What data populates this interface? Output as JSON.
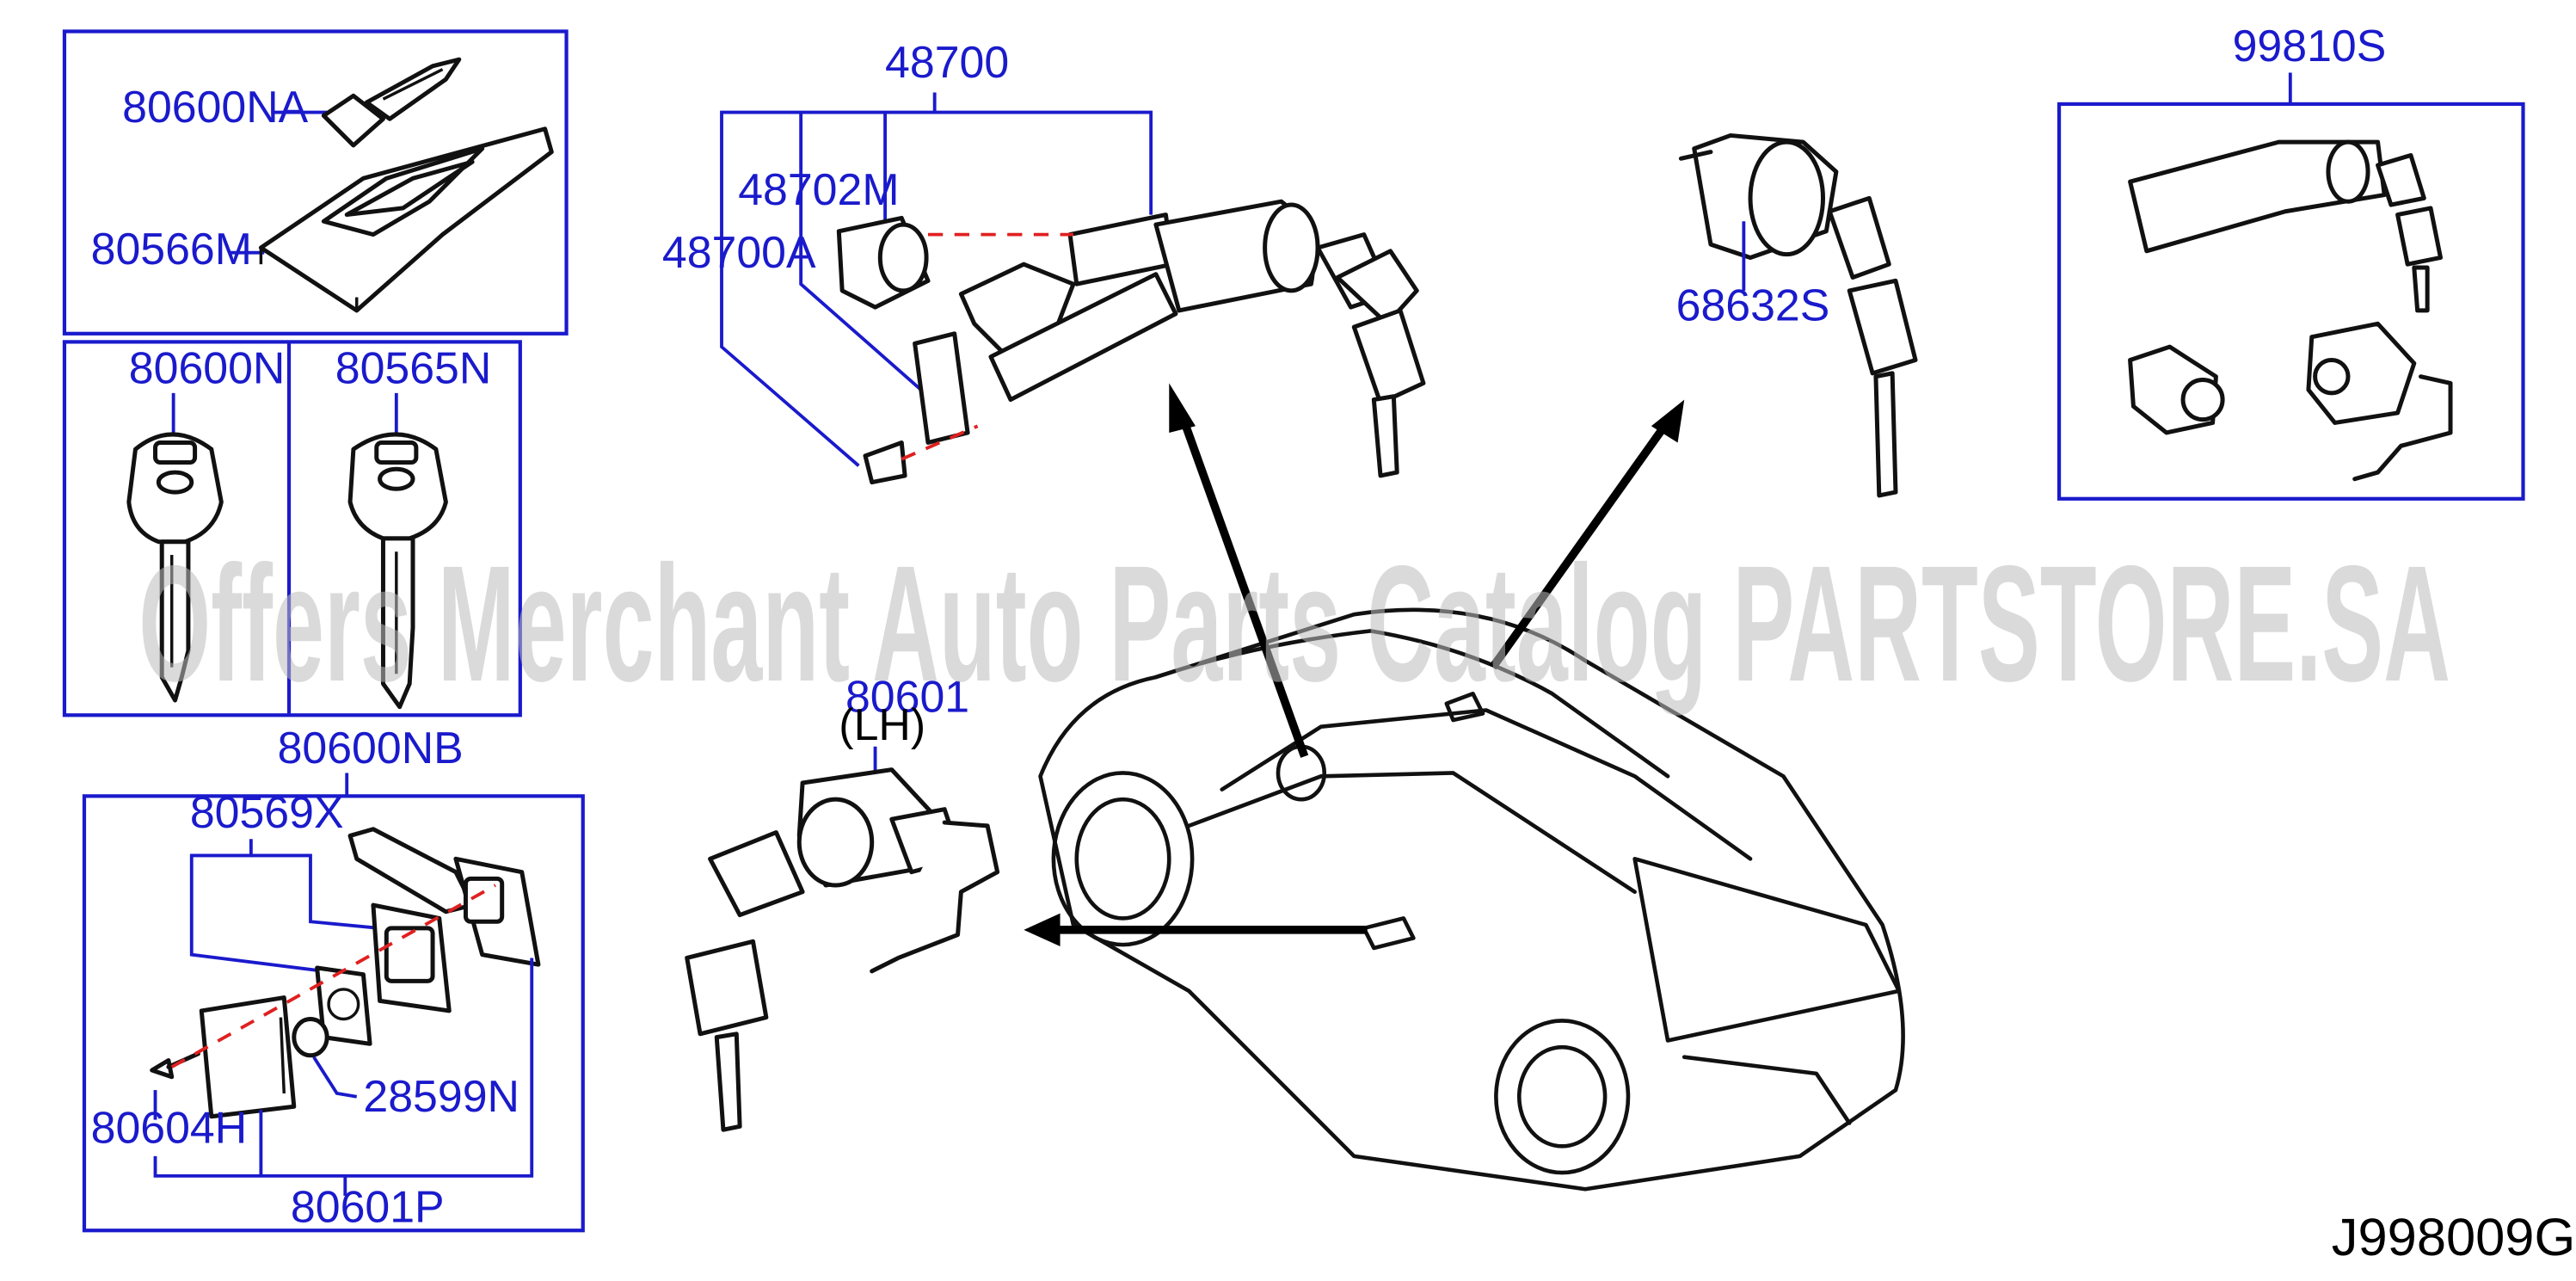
{
  "diagram": {
    "code": "J998009G",
    "watermark": "Offers Merchant Auto Parts Catalog PARTSTORE.SA",
    "lh_note": "(LH)",
    "part_numbers": {
      "p80600NA": "80600NA",
      "p80566M": "80566M",
      "p80600N": "80600N",
      "p80565N": "80565N",
      "p80600NB": "80600NB",
      "p80569X": "80569X",
      "p28599N": "28599N",
      "p80604H": "80604H",
      "p80601P": "80601P",
      "p48700": "48700",
      "p48702M": "48702M",
      "p48700A": "48700A",
      "p80601": "80601",
      "p68632S": "68632S",
      "p99810S": "99810S"
    }
  },
  "colors": {
    "label": "#1a1acc",
    "line": "#111111",
    "dashed_axis": "#e02020"
  }
}
